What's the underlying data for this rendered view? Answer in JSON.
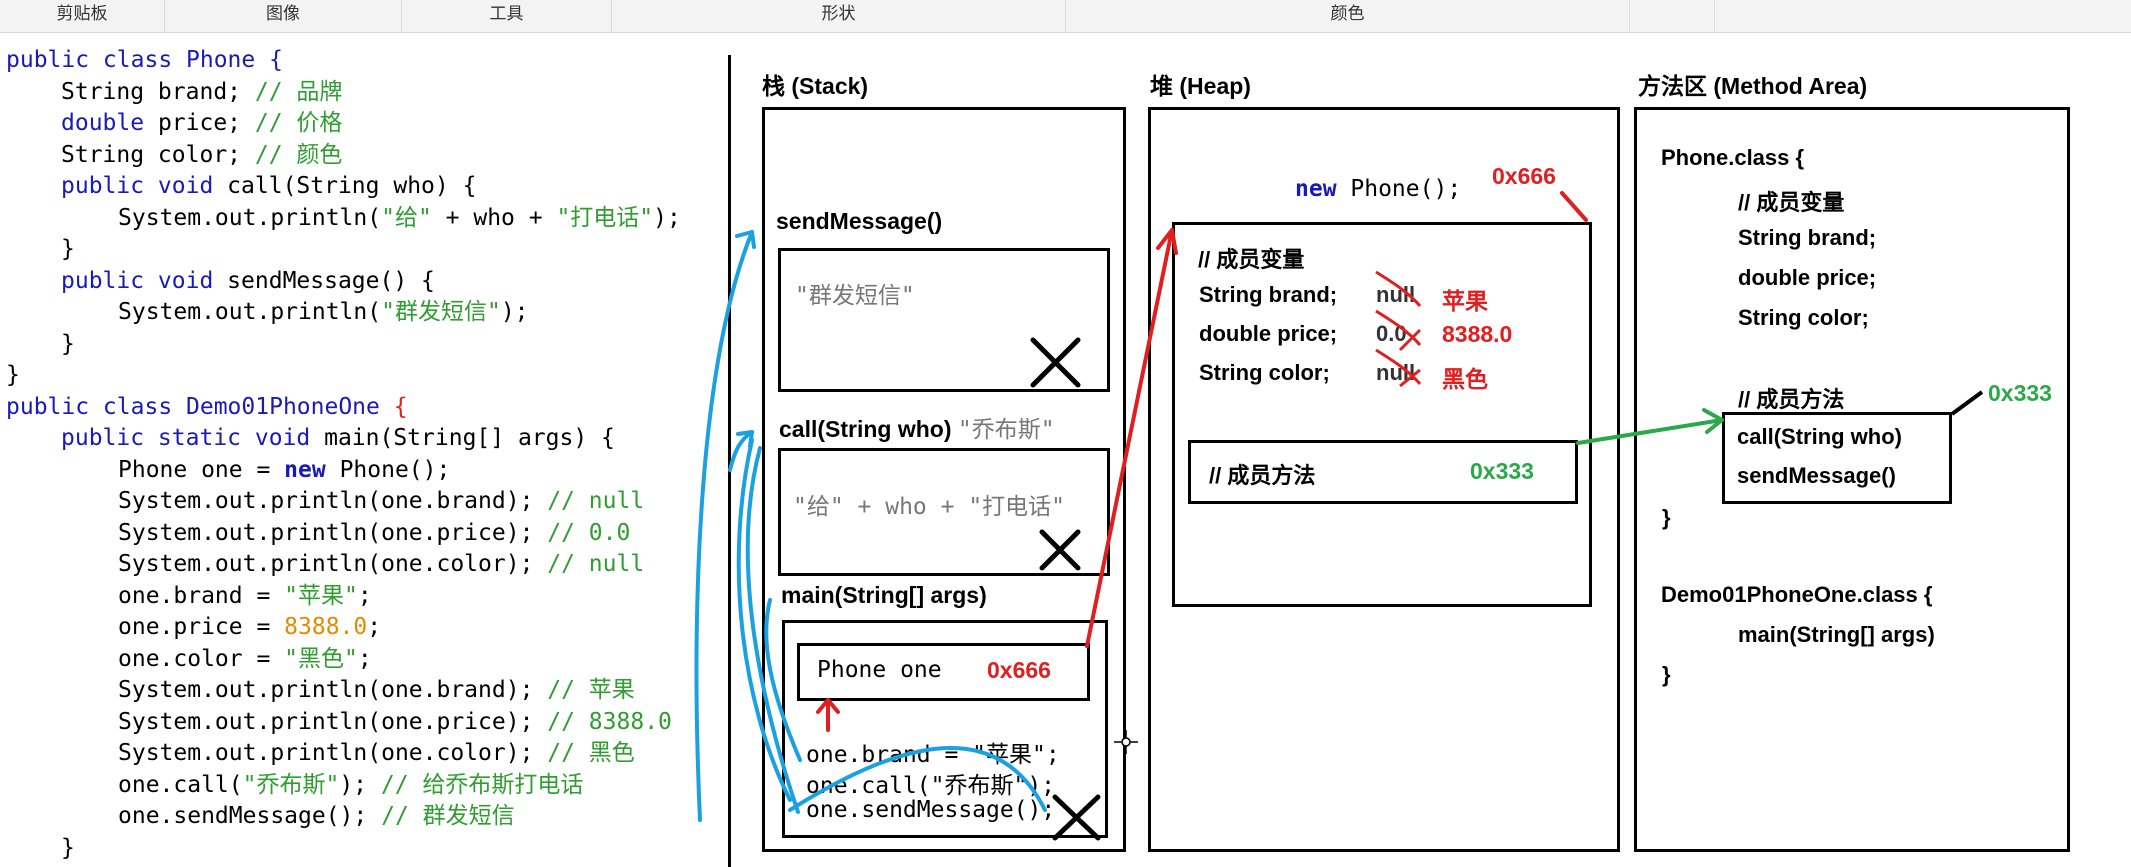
{
  "ribbon": {
    "clipboard": "剪贴板",
    "image": "图像",
    "tools": "工具",
    "shapes": "形状",
    "colors": "颜色"
  },
  "code": {
    "l1": "public class Phone {",
    "l2_t": "String brand; ",
    "l2_c": "// 品牌",
    "l3_k": "double",
    "l3_t": " price; ",
    "l3_c": "// 价格",
    "l4_t": "String color; ",
    "l4_c": "// 颜色",
    "l5_k": "public void",
    "l5_t": " call(String who) {",
    "l6_a": "System.out.println(",
    "l6_s1": "\"给\"",
    "l6_b": " + who + ",
    "l6_s2": "\"打电话\"",
    "l6_e": ");",
    "l7": "}",
    "l8_k": "public void",
    "l8_t": " sendMessage() {",
    "l9_a": "System.out.println(",
    "l9_s": "\"群发短信\"",
    "l9_e": ");",
    "l10": "}",
    "l11": "}",
    "l12_t": "public class Demo01PhoneOne ",
    "l12_b": "{",
    "l13_k": "public static void",
    "l13_t": " main(String[] args) {",
    "l14_a": "Phone one = ",
    "l14_k": "new",
    "l14_b": " Phone();",
    "l15_t": "System.out.println(one.brand); ",
    "l15_c": "// null",
    "l16_t": "System.out.println(one.price); ",
    "l16_c": "// 0.0",
    "l17_t": "System.out.println(one.color); ",
    "l17_c": "// null",
    "l18_t": "one.brand = ",
    "l18_s": "\"苹果\"",
    "l18_e": ";",
    "l19_t": "one.price = ",
    "l19_n": "8388.0",
    "l19_e": ";",
    "l20_t": "one.color = ",
    "l20_s": "\"黑色\"",
    "l20_e": ";",
    "l21_t": "System.out.println(one.brand); ",
    "l21_c": "// 苹果",
    "l22_t": "System.out.println(one.price); ",
    "l22_c": "// 8388.0",
    "l23_t": "System.out.println(one.color); ",
    "l23_c": "// 黑色",
    "l24_t": "one.call(",
    "l24_s": "\"乔布斯\"",
    "l24_e": "); ",
    "l24_c": "// 给乔布斯打电话",
    "l25_t": "one.sendMessage(); ",
    "l25_c": "// 群发短信",
    "l26": "}"
  },
  "stack": {
    "title": "栈 (Stack)",
    "send_frame": "sendMessage()",
    "send_body": "\"群发短信\"",
    "call_frame": "call(String who)",
    "call_arg": "\"乔布斯\"",
    "call_body": "\"给\" + who + \"打电话\"",
    "main_frame": "main(String[] args)",
    "var_name": "Phone one",
    "var_addr": "0x666",
    "main_l1": "one.brand = \"苹果\";",
    "main_l2": "one.call(\"乔布斯\");",
    "main_l3": "one.sendMessage();"
  },
  "heap": {
    "title": "堆 (Heap)",
    "new_kw": "new",
    "new_rest": " Phone();",
    "addr": "0x666",
    "vars_comment": "// 成员变量",
    "f1_name": "String brand;",
    "f1_old": "null",
    "f1_new": "苹果",
    "f2_name": "double price;",
    "f2_old": "0.0",
    "f2_new": "8388.0",
    "f3_name": "String color;",
    "f3_old": "null",
    "f3_new": "黑色",
    "methods_comment": "// 成员方法",
    "methods_addr": "0x333"
  },
  "method_area": {
    "title": "方法区 (Method Area)",
    "phone_class": "Phone.class {",
    "vars_comment": "// 成员变量",
    "v1": "String brand;",
    "v2": "double price;",
    "v3": "String color;",
    "methods_comment": "// 成员方法",
    "methods_addr": "0x333",
    "m1": "call(String who)",
    "m2": "sendMessage()",
    "close1": "}",
    "demo_class": "Demo01PhoneOne.class {",
    "demo_main": "main(String[] args)",
    "close2": "}"
  },
  "colors": {
    "red": "#e02020",
    "green": "#2aa84a",
    "blue": "#1ba1e2",
    "keyword": "#1a1ab8",
    "comment": "#2f9e2f"
  }
}
